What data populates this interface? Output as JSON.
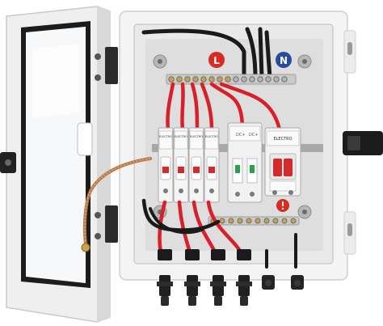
{
  "labels": {
    "line": "L",
    "neutral": "N"
  },
  "modules": {
    "fuse_brand": "ELECTRO",
    "spd_mark": "DC+",
    "breaker_brand": "ELECTRO"
  },
  "colors": {
    "enclosure": "#f4f4f4",
    "backplate": "#dedede",
    "cable_red": "#d8202a",
    "cable_black": "#1a1a1a",
    "badge_red": "#d82b22",
    "badge_blue": "#2a4b9c",
    "terminal_brass": "#c9a24a",
    "breaker_red": "#d42a2a",
    "spd_green": "#2aa14a"
  }
}
